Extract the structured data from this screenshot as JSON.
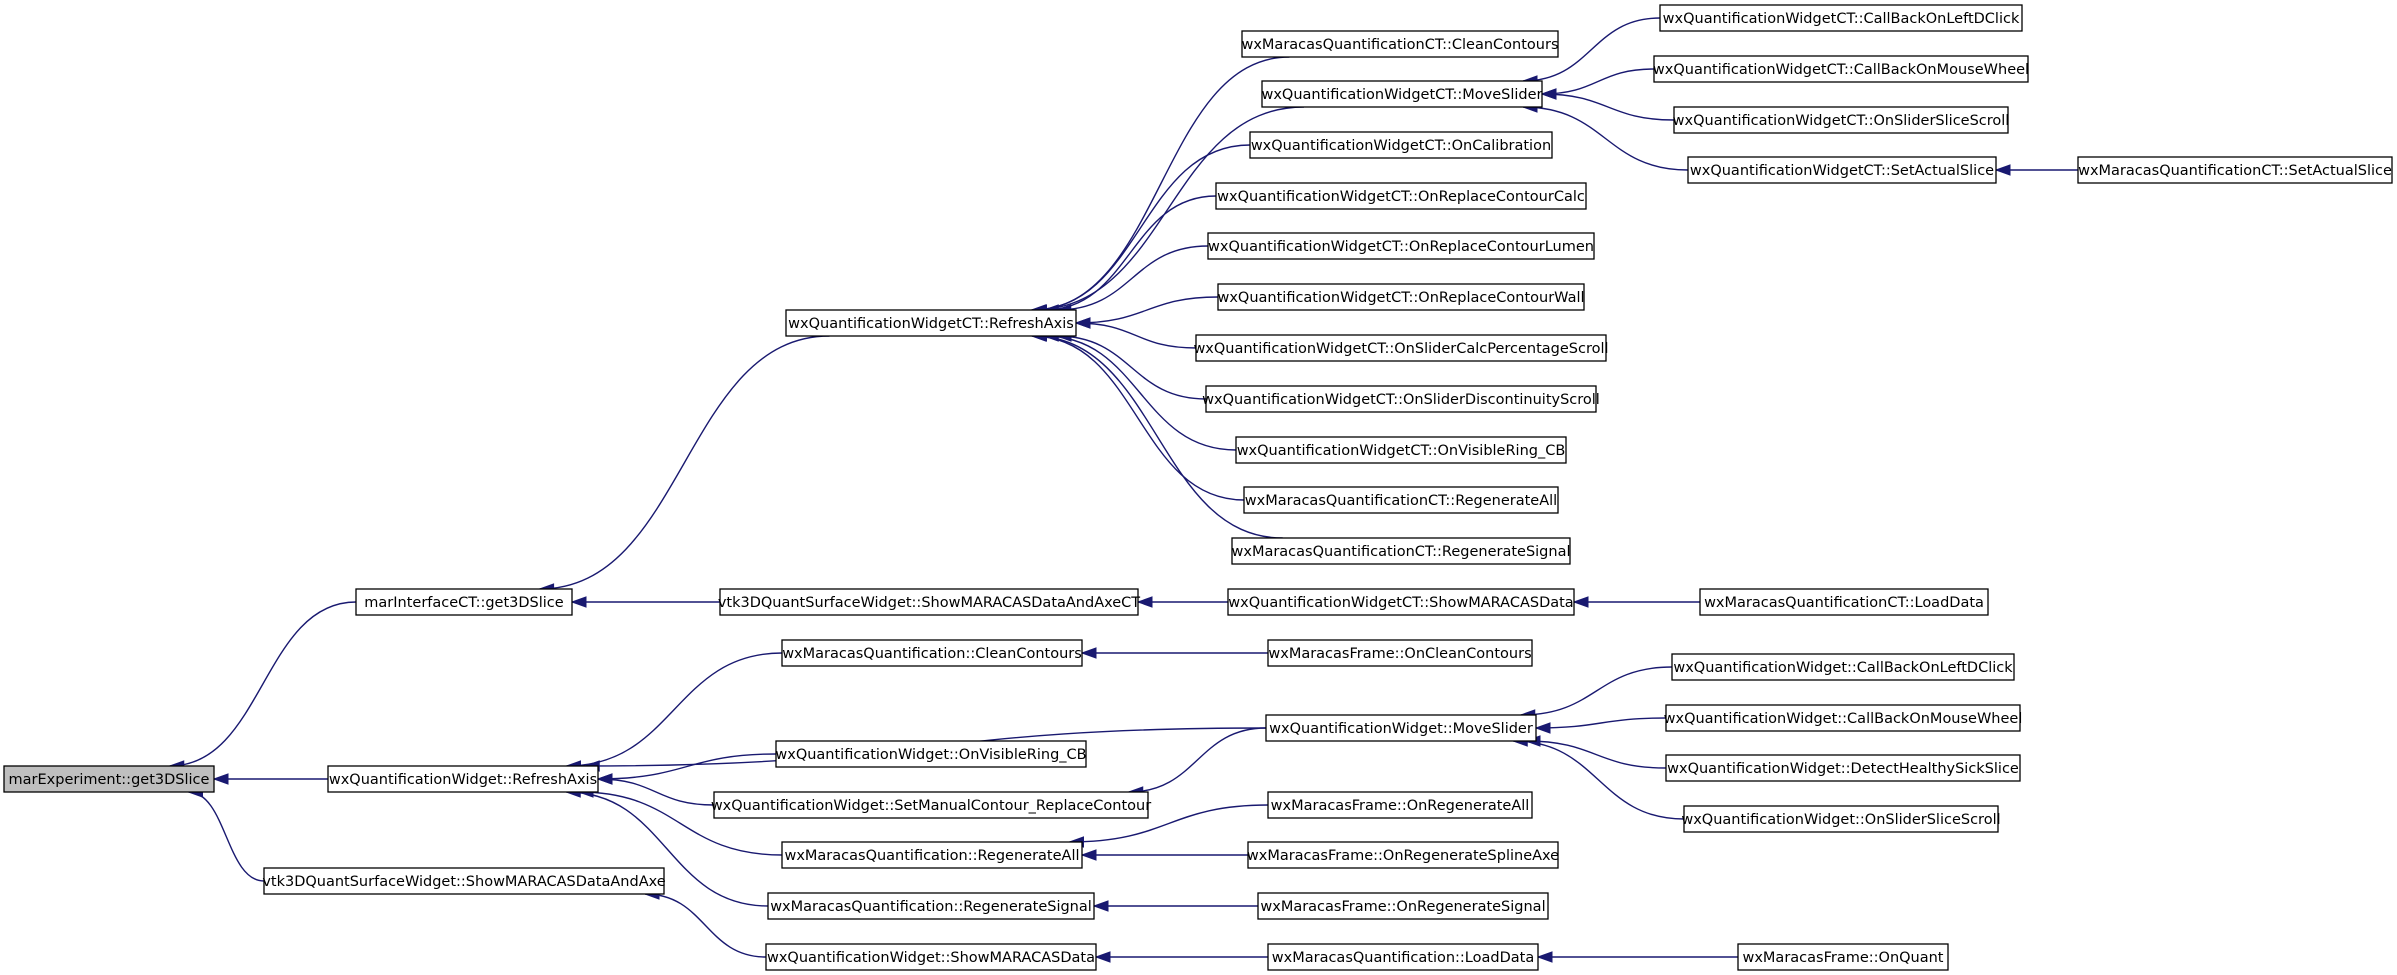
{
  "colors": {
    "edge": "#191970",
    "node_border": "#000000",
    "root_fill": "#bfbfbf",
    "node_fill": "#ffffff"
  },
  "nodes": [
    {
      "id": "n_get3d",
      "label": "marExperiment::get3DSlice",
      "root": true
    },
    {
      "id": "n_ct_get3d",
      "label": "marInterfaceCT::get3DSlice"
    },
    {
      "id": "n_w_refresh",
      "label": "wxQuantificationWidget::RefreshAxis"
    },
    {
      "id": "n_vtk_show",
      "label": "vtk3DQuantSurfaceWidget::ShowMARACASDataAndAxe"
    },
    {
      "id": "n_wct_refresh",
      "label": "wxQuantificationWidgetCT::RefreshAxis"
    },
    {
      "id": "n_vtk_showct",
      "label": "vtk3DQuantSurfaceWidget::ShowMARACASDataAndAxeCT"
    },
    {
      "id": "n_mqct_clean",
      "label": "wxMaracasQuantificationCT::CleanContours"
    },
    {
      "id": "n_wct_move",
      "label": "wxQuantificationWidgetCT::MoveSlider"
    },
    {
      "id": "n_wct_calib",
      "label": "wxQuantificationWidgetCT::OnCalibration"
    },
    {
      "id": "n_wct_calc",
      "label": "wxQuantificationWidgetCT::OnReplaceContourCalc"
    },
    {
      "id": "n_wct_lumen",
      "label": "wxQuantificationWidgetCT::OnReplaceContourLumen"
    },
    {
      "id": "n_wct_wall",
      "label": "wxQuantificationWidgetCT::OnReplaceContourWall"
    },
    {
      "id": "n_wct_calcperc",
      "label": "wxQuantificationWidgetCT::OnSliderCalcPercentageScroll"
    },
    {
      "id": "n_wct_discont",
      "label": "wxQuantificationWidgetCT::OnSliderDiscontinuityScroll"
    },
    {
      "id": "n_wct_ring",
      "label": "wxQuantificationWidgetCT::OnVisibleRing_CB"
    },
    {
      "id": "n_mqct_regen",
      "label": "wxMaracasQuantificationCT::RegenerateAll"
    },
    {
      "id": "n_mqct_regsig",
      "label": "wxMaracasQuantificationCT::RegenerateSignal"
    },
    {
      "id": "n_wct_showdata",
      "label": "wxQuantificationWidgetCT::ShowMARACASData"
    },
    {
      "id": "n_wct_cbleft",
      "label": "wxQuantificationWidgetCT::CallBackOnLeftDClick"
    },
    {
      "id": "n_wct_cbwheel",
      "label": "wxQuantificationWidgetCT::CallBackOnMouseWheel"
    },
    {
      "id": "n_wct_slidescroll",
      "label": "wxQuantificationWidgetCT::OnSliderSliceScroll"
    },
    {
      "id": "n_wct_setslice",
      "label": "wxQuantificationWidgetCT::SetActualSlice"
    },
    {
      "id": "n_mqct_setslice",
      "label": "wxMaracasQuantificationCT::SetActualSlice"
    },
    {
      "id": "n_mqct_load",
      "label": "wxMaracasQuantificationCT::LoadData"
    },
    {
      "id": "n_mq_clean",
      "label": "wxMaracasQuantification::CleanContours"
    },
    {
      "id": "n_frame_clean",
      "label": "wxMaracasFrame::OnCleanContours"
    },
    {
      "id": "n_w_move",
      "label": "wxQuantificationWidget::MoveSlider"
    },
    {
      "id": "n_w_ring",
      "label": "wxQuantificationWidget::OnVisibleRing_CB"
    },
    {
      "id": "n_w_setmanual",
      "label": "wxQuantificationWidget::SetManualContour_ReplaceContour"
    },
    {
      "id": "n_mq_regen",
      "label": "wxMaracasQuantification::RegenerateAll"
    },
    {
      "id": "n_mq_regsig",
      "label": "wxMaracasQuantification::RegenerateSignal"
    },
    {
      "id": "n_w_showdata",
      "label": "wxQuantificationWidget::ShowMARACASData"
    },
    {
      "id": "n_w_cbleft",
      "label": "wxQuantificationWidget::CallBackOnLeftDClick"
    },
    {
      "id": "n_w_cbwheel",
      "label": "wxQuantificationWidget::CallBackOnMouseWheel"
    },
    {
      "id": "n_w_detect",
      "label": "wxQuantificationWidget::DetectHealthySickSlice"
    },
    {
      "id": "n_w_slidescroll",
      "label": "wxQuantificationWidget::OnSliderSliceScroll"
    },
    {
      "id": "n_frame_regenall",
      "label": "wxMaracasFrame::OnRegenerateAll"
    },
    {
      "id": "n_frame_regspline",
      "label": "wxMaracasFrame::OnRegenerateSplineAxe"
    },
    {
      "id": "n_frame_regsig",
      "label": "wxMaracasFrame::OnRegenerateSignal"
    },
    {
      "id": "n_mq_load",
      "label": "wxMaracasQuantification::LoadData"
    },
    {
      "id": "n_frame_quant",
      "label": "wxMaracasFrame::OnQuant"
    }
  ],
  "edges": [
    {
      "from": "n_ct_get3d",
      "to": "n_get3d"
    },
    {
      "from": "n_w_refresh",
      "to": "n_get3d"
    },
    {
      "from": "n_vtk_show",
      "to": "n_get3d"
    },
    {
      "from": "n_wct_refresh",
      "to": "n_ct_get3d"
    },
    {
      "from": "n_vtk_showct",
      "to": "n_ct_get3d"
    },
    {
      "from": "n_mqct_clean",
      "to": "n_wct_refresh"
    },
    {
      "from": "n_wct_move",
      "to": "n_wct_refresh"
    },
    {
      "from": "n_wct_calib",
      "to": "n_wct_refresh"
    },
    {
      "from": "n_wct_calc",
      "to": "n_wct_refresh"
    },
    {
      "from": "n_wct_lumen",
      "to": "n_wct_refresh"
    },
    {
      "from": "n_wct_wall",
      "to": "n_wct_refresh"
    },
    {
      "from": "n_wct_calcperc",
      "to": "n_wct_refresh"
    },
    {
      "from": "n_wct_discont",
      "to": "n_wct_refresh"
    },
    {
      "from": "n_wct_ring",
      "to": "n_wct_refresh"
    },
    {
      "from": "n_mqct_regen",
      "to": "n_wct_refresh"
    },
    {
      "from": "n_mqct_regsig",
      "to": "n_wct_refresh"
    },
    {
      "from": "n_wct_cbleft",
      "to": "n_wct_move"
    },
    {
      "from": "n_wct_cbwheel",
      "to": "n_wct_move"
    },
    {
      "from": "n_wct_slidescroll",
      "to": "n_wct_move"
    },
    {
      "from": "n_wct_setslice",
      "to": "n_wct_move"
    },
    {
      "from": "n_mqct_setslice",
      "to": "n_wct_setslice"
    },
    {
      "from": "n_wct_showdata",
      "to": "n_vtk_showct"
    },
    {
      "from": "n_mqct_load",
      "to": "n_wct_showdata"
    },
    {
      "from": "n_mq_clean",
      "to": "n_w_refresh"
    },
    {
      "from": "n_w_move",
      "to": "n_w_refresh"
    },
    {
      "from": "n_w_ring",
      "to": "n_w_refresh"
    },
    {
      "from": "n_w_setmanual",
      "to": "n_w_refresh"
    },
    {
      "from": "n_mq_regen",
      "to": "n_w_refresh"
    },
    {
      "from": "n_mq_regsig",
      "to": "n_w_refresh"
    },
    {
      "from": "n_frame_clean",
      "to": "n_mq_clean"
    },
    {
      "from": "n_w_cbleft",
      "to": "n_w_move"
    },
    {
      "from": "n_w_cbwheel",
      "to": "n_w_move"
    },
    {
      "from": "n_w_detect",
      "to": "n_w_move"
    },
    {
      "from": "n_w_slidescroll",
      "to": "n_w_move"
    },
    {
      "from": "n_w_move",
      "to": "n_w_setmanual"
    },
    {
      "from": "n_frame_regenall",
      "to": "n_mq_regen"
    },
    {
      "from": "n_frame_regspline",
      "to": "n_mq_regen"
    },
    {
      "from": "n_frame_regsig",
      "to": "n_mq_regsig"
    },
    {
      "from": "n_w_showdata",
      "to": "n_vtk_show"
    },
    {
      "from": "n_mq_load",
      "to": "n_w_showdata"
    },
    {
      "from": "n_frame_quant",
      "to": "n_mq_load"
    }
  ]
}
